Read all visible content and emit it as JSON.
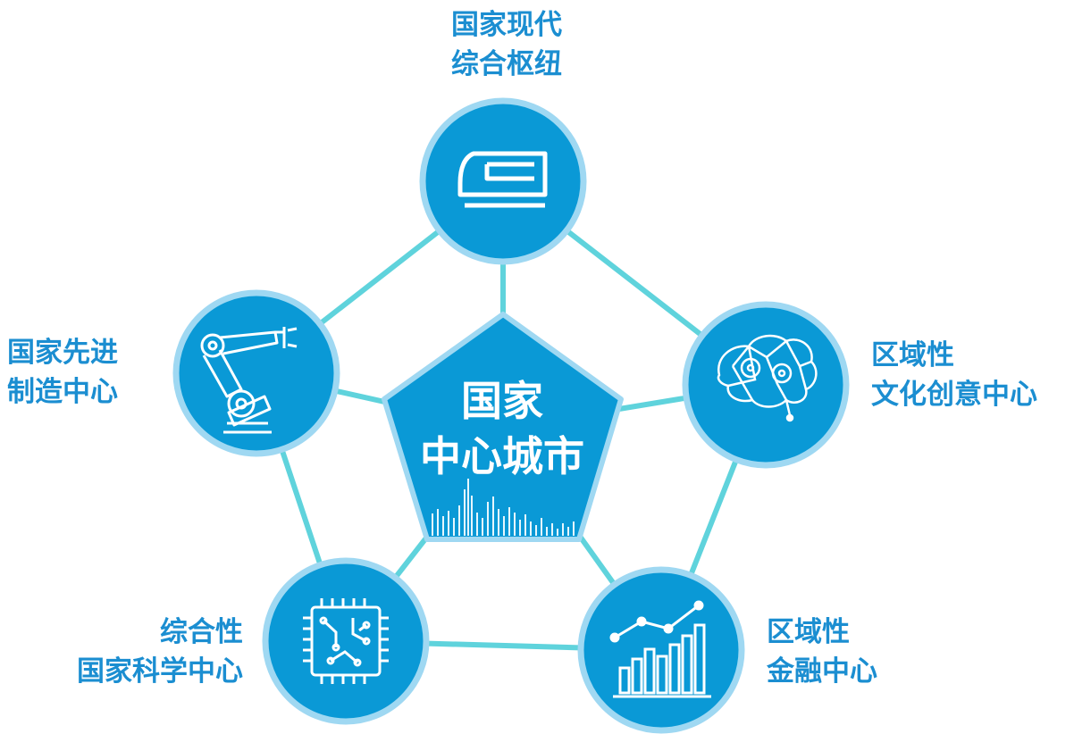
{
  "center": {
    "line1": "国家",
    "line2": "中心城市"
  },
  "nodes": [
    {
      "id": "hub",
      "line1": "国家现代",
      "line2": "综合枢纽",
      "icon": "train-icon"
    },
    {
      "id": "culture",
      "line1": "区域性",
      "line2": "文化创意中心",
      "icon": "brain-gears-icon"
    },
    {
      "id": "finance",
      "line1": "区域性",
      "line2": "金融中心",
      "icon": "bar-chart-icon"
    },
    {
      "id": "science",
      "line1": "综合性",
      "line2": "国家科学中心",
      "icon": "chip-icon"
    },
    {
      "id": "manufacturing",
      "line1": "国家先进",
      "line2": "制造中心",
      "icon": "robot-arm-icon"
    }
  ],
  "colors": {
    "circle_fill": "#0a99d6",
    "circle_ring": "#9fd8f2",
    "connector": "#5fd3dc",
    "label_text": "#1b8ed1",
    "pentagon_fill": "#0a99d6"
  }
}
